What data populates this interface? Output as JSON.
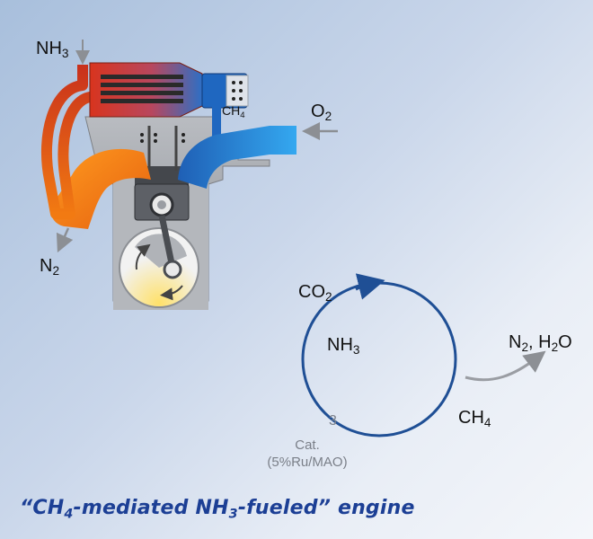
{
  "engine": {
    "nh3_label": "NH",
    "nh3_sub": "3",
    "ch4_label": "CH",
    "ch4_sub": "4",
    "o2_label": "O",
    "o2_sub": "2",
    "n2_label": "N",
    "n2_sub": "2"
  },
  "cycle": {
    "co2_label": "CO",
    "co2_sub": "2",
    "nh3_label": "NH",
    "nh3_sub": "3",
    "ch4_label": "CH",
    "ch4_sub": "4",
    "step_number": "3",
    "cat_line1": "Cat.",
    "cat_line2": "(5%Ru/MAO)",
    "products_prefix": "N",
    "products_n2_sub": "2",
    "products_mid": ", H",
    "products_h2o_sub": "2",
    "products_suffix": "O"
  },
  "caption": {
    "open_quote": "“CH",
    "sub1": "4",
    "mid": "-mediated NH",
    "sub2": "3",
    "close": "-fueled” engine"
  },
  "colors": {
    "cycle_blue": "#1f4f95",
    "caption_blue": "#1c3f95",
    "hot_red": "#d63a1f",
    "hot_orange": "#f07b14",
    "cold_blue": "#1a7fd8",
    "engine_grey": "#9a9da3",
    "arrow_grey": "#8c8f94"
  },
  "icons": [
    "engine-block-illustration",
    "heat-exchanger-icon",
    "piston-icon",
    "crankshaft-icon",
    "cycle-arrow-icon"
  ]
}
